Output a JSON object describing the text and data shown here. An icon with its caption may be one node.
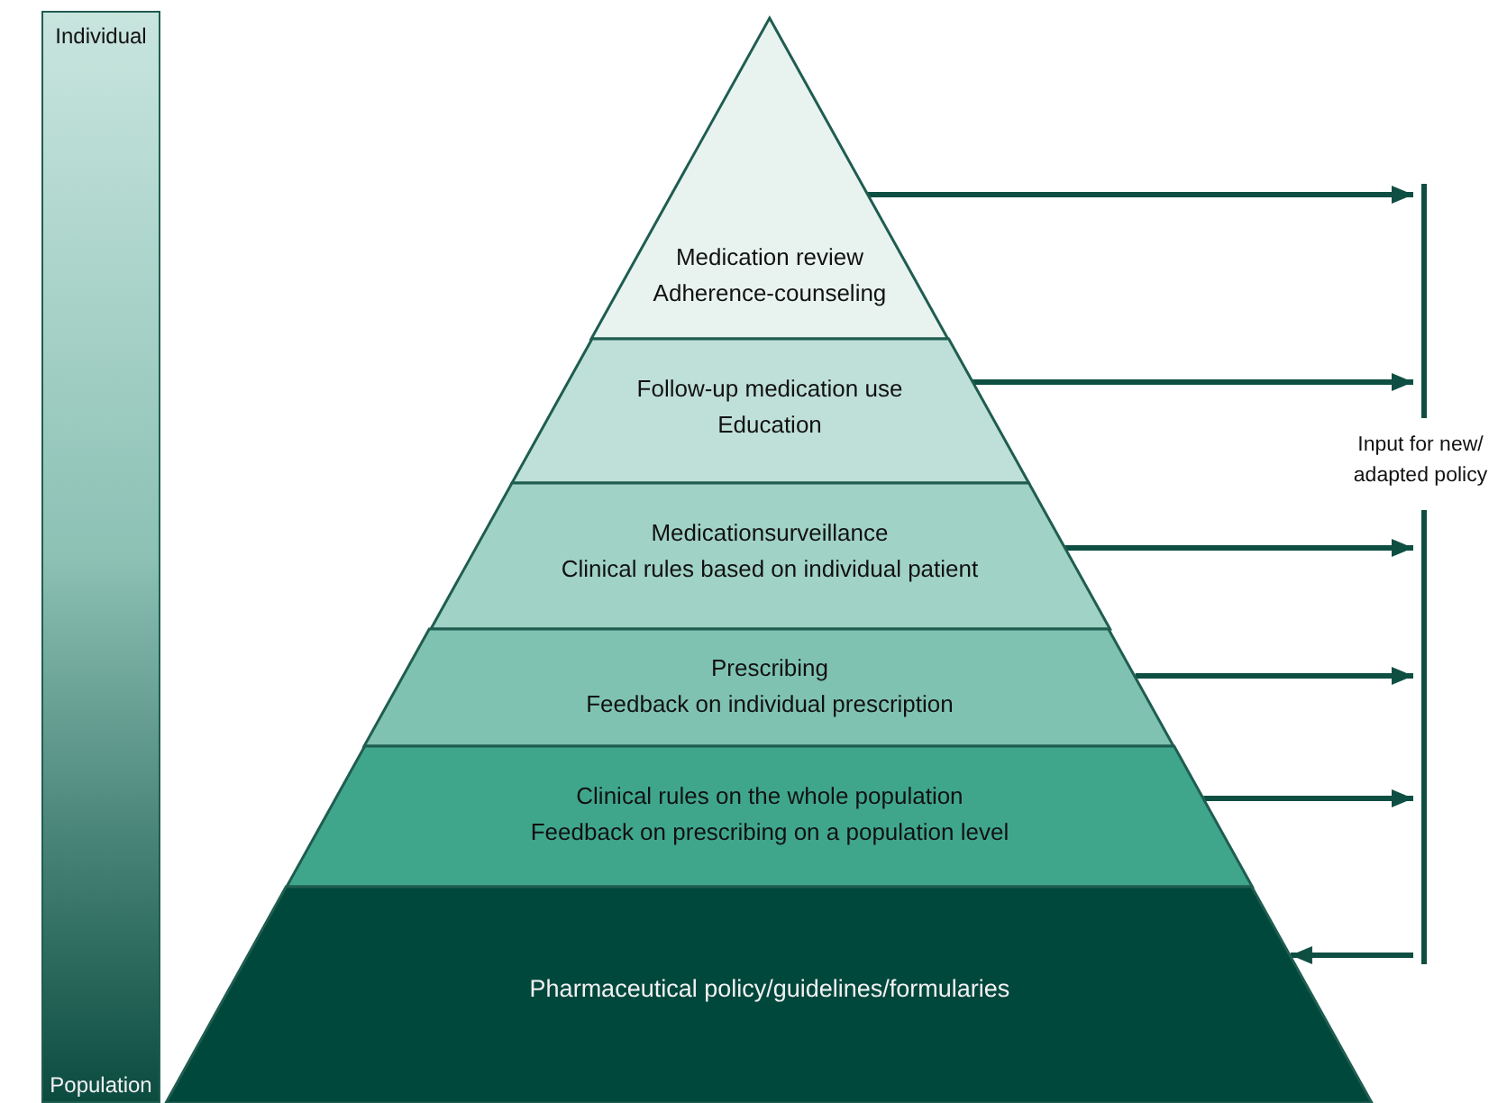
{
  "diagram": {
    "nodes": [
      {
        "text": [
          "Individual",
          "Population"
        ]
      },
      {
        "text": [
          "Medication review",
          "Adherence-counseling"
        ]
      },
      {
        "text": [
          "Follow-up medication use",
          "Education"
        ]
      },
      {
        "text": [
          "Medicationsurveillance",
          "Clinical rules based on individual patient"
        ]
      },
      {
        "text": [
          "Prescribing",
          "Feedback on individual prescription"
        ]
      },
      {
        "text": [
          "Clinical rules on the whole population",
          "Feedback on prescribing on a population level"
        ]
      },
      {
        "text": [
          "Pharmaceutical policy/guidelines/formularies"
        ]
      },
      {
        "text": [],
        "shape": "bar",
        "beside": [
          "Input for new/ adapted policy"
        ]
      }
    ],
    "edges": [
      {
        "from": 1,
        "to": 7,
        "arrow": "to"
      },
      {
        "from": 2,
        "to": 7,
        "arrow": "to"
      },
      {
        "from": 3,
        "to": 7,
        "arrow": "to"
      },
      {
        "from": 4,
        "to": 7,
        "arrow": "to"
      },
      {
        "from": 5,
        "to": 7,
        "arrow": "to"
      },
      {
        "from": 7,
        "to": 6,
        "arrow": "to"
      }
    ]
  }
}
